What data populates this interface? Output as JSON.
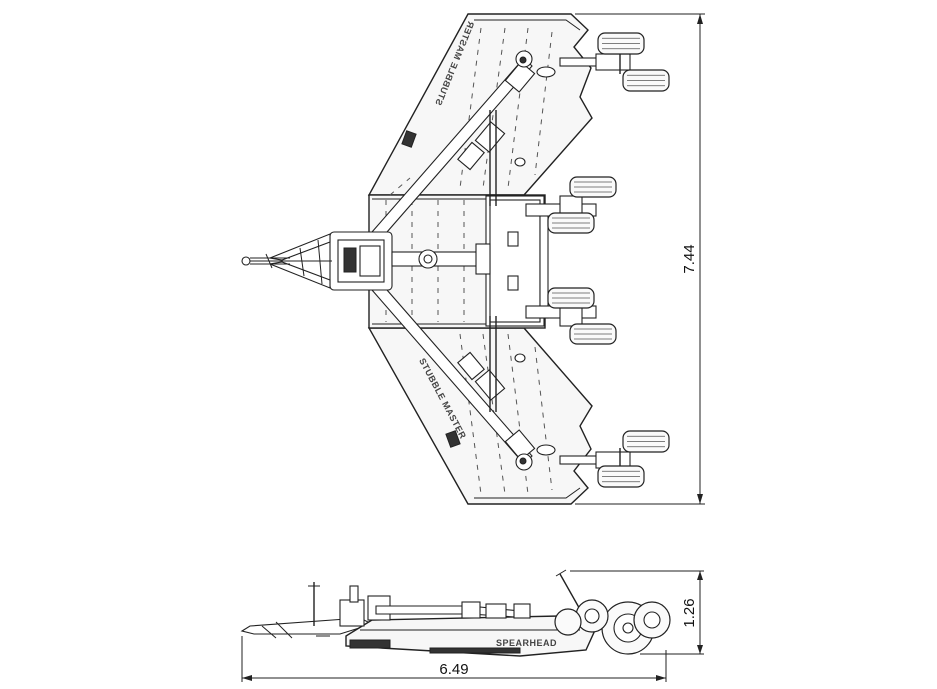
{
  "dimensions": {
    "overall_length": "7.44",
    "overall_width": "6.49",
    "height": "1.26"
  },
  "labels": {
    "brand_top_wing": "STUBBLE MASTER",
    "brand_bottom_wing": "STUBBLE MASTER",
    "brand_side_view": "SPEARHEAD"
  }
}
